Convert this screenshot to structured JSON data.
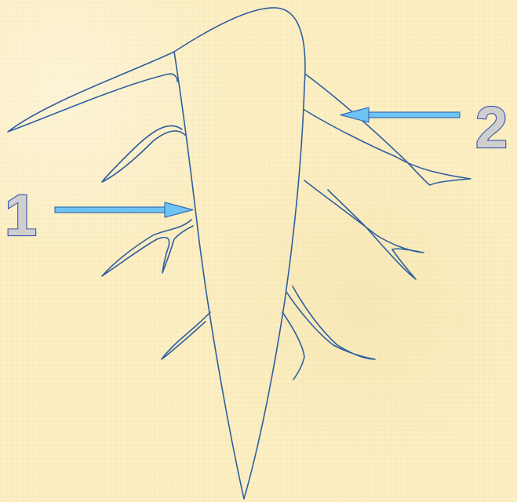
{
  "callouts": [
    {
      "id": "callout-1",
      "label": "1"
    },
    {
      "id": "callout-2",
      "label": "2"
    }
  ],
  "colors": {
    "background": "#fcefc4",
    "outline": "#2e5f9e",
    "arrow_fill": "#6ec3f5",
    "arrow_stroke": "#3a6fb5",
    "number_fill": "#cfcfcf",
    "number_stroke": "#3a55b0"
  }
}
